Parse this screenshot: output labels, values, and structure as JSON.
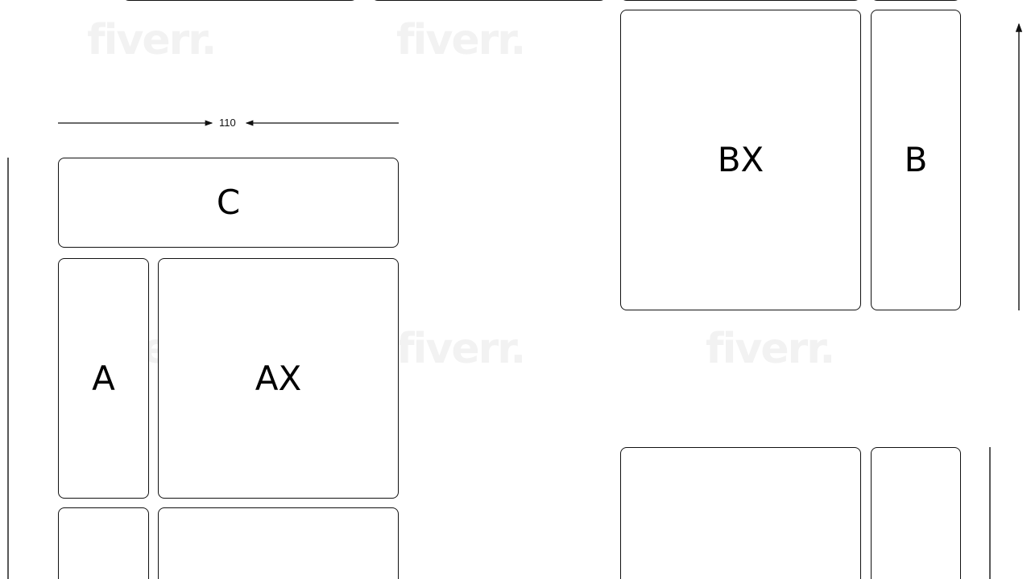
{
  "boxes": {
    "c_label": "C",
    "a_label": "A",
    "ax_label": "AX",
    "bx_label": "BX",
    "b_label": "B"
  },
  "dimensions": {
    "top_width_label": "110"
  },
  "watermark": {
    "text": "fiverr."
  },
  "colors": {
    "stroke": "#111111",
    "background": "#ffffff",
    "watermark": "#f2f2f2"
  }
}
